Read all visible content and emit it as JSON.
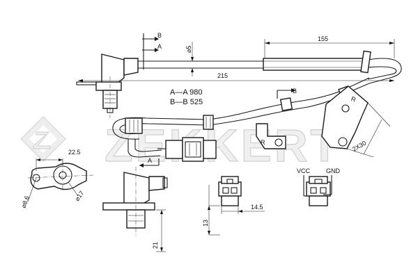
{
  "brand": {
    "logo_text": "ZEKKERT",
    "logo_color": "#d9d9d9"
  },
  "legend": {
    "line_a": "A—A 980",
    "line_b": "B—B 525"
  },
  "section_marks": {
    "a": "A",
    "b": "B"
  },
  "dimensions": {
    "top_length": "155",
    "total_length": "215",
    "cable_diameter": "⌀5",
    "flange_offset": "22.5",
    "bore_diameter": "⌀8.6",
    "flange_diameter": "⌀17",
    "connector_width": "14.5",
    "connector_height": "13",
    "sensor_height": "21",
    "bracket_size": "2X30"
  },
  "pinout": {
    "pin1": "VCC",
    "pin2": "GND"
  },
  "bracket_mark": "R"
}
